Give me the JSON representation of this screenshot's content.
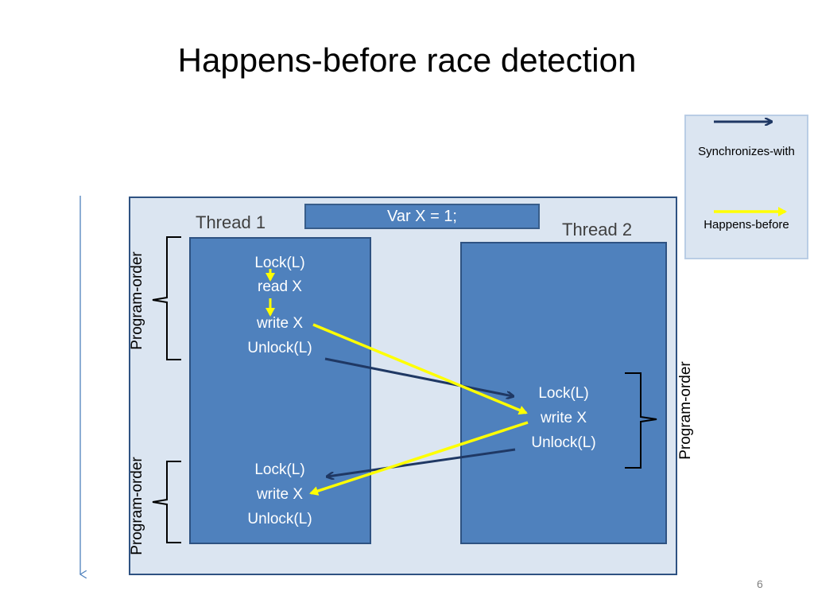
{
  "title": "Happens-before race detection",
  "variable_box": "Var X = 1;",
  "thread1": {
    "label": "Thread 1",
    "ops": [
      "Lock(L)",
      "read X",
      "write X",
      "Unlock(L)",
      "Lock(L)",
      "write X",
      "Unlock(L)"
    ]
  },
  "thread2": {
    "label": "Thread 2",
    "ops": [
      "Lock(L)",
      "write X",
      "Unlock(L)"
    ]
  },
  "program_order_label": "Program-order",
  "legend": {
    "synchronizes_with": "Synchronizes-with",
    "happens_before": "Happens-before",
    "synchronizes_with_color": "#1f3864",
    "happens_before_color": "#ffff00"
  },
  "slide_number": "6"
}
